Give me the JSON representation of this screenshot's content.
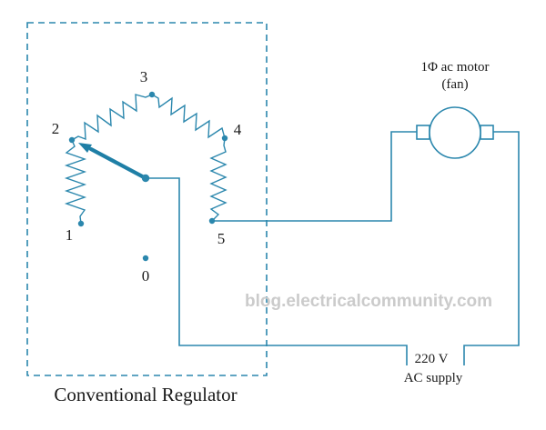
{
  "diagram": {
    "caption": "Conventional Regulator",
    "watermark": "blog.electricalcommunity.com",
    "terminals": {
      "t0": "0",
      "t1": "1",
      "t2": "2",
      "t3": "3",
      "t4": "4",
      "t5": "5"
    },
    "motor": {
      "label_line1": "1Φ ac motor",
      "label_line2": "(fan)"
    },
    "supply": {
      "line1": "220 V",
      "line2": "AC supply"
    },
    "colors": {
      "line": "#2b87ad",
      "wiper": "#1f7fa6",
      "text": "#1a1a1a",
      "watermark": "#cbcbcb",
      "background": "#ffffff"
    }
  }
}
